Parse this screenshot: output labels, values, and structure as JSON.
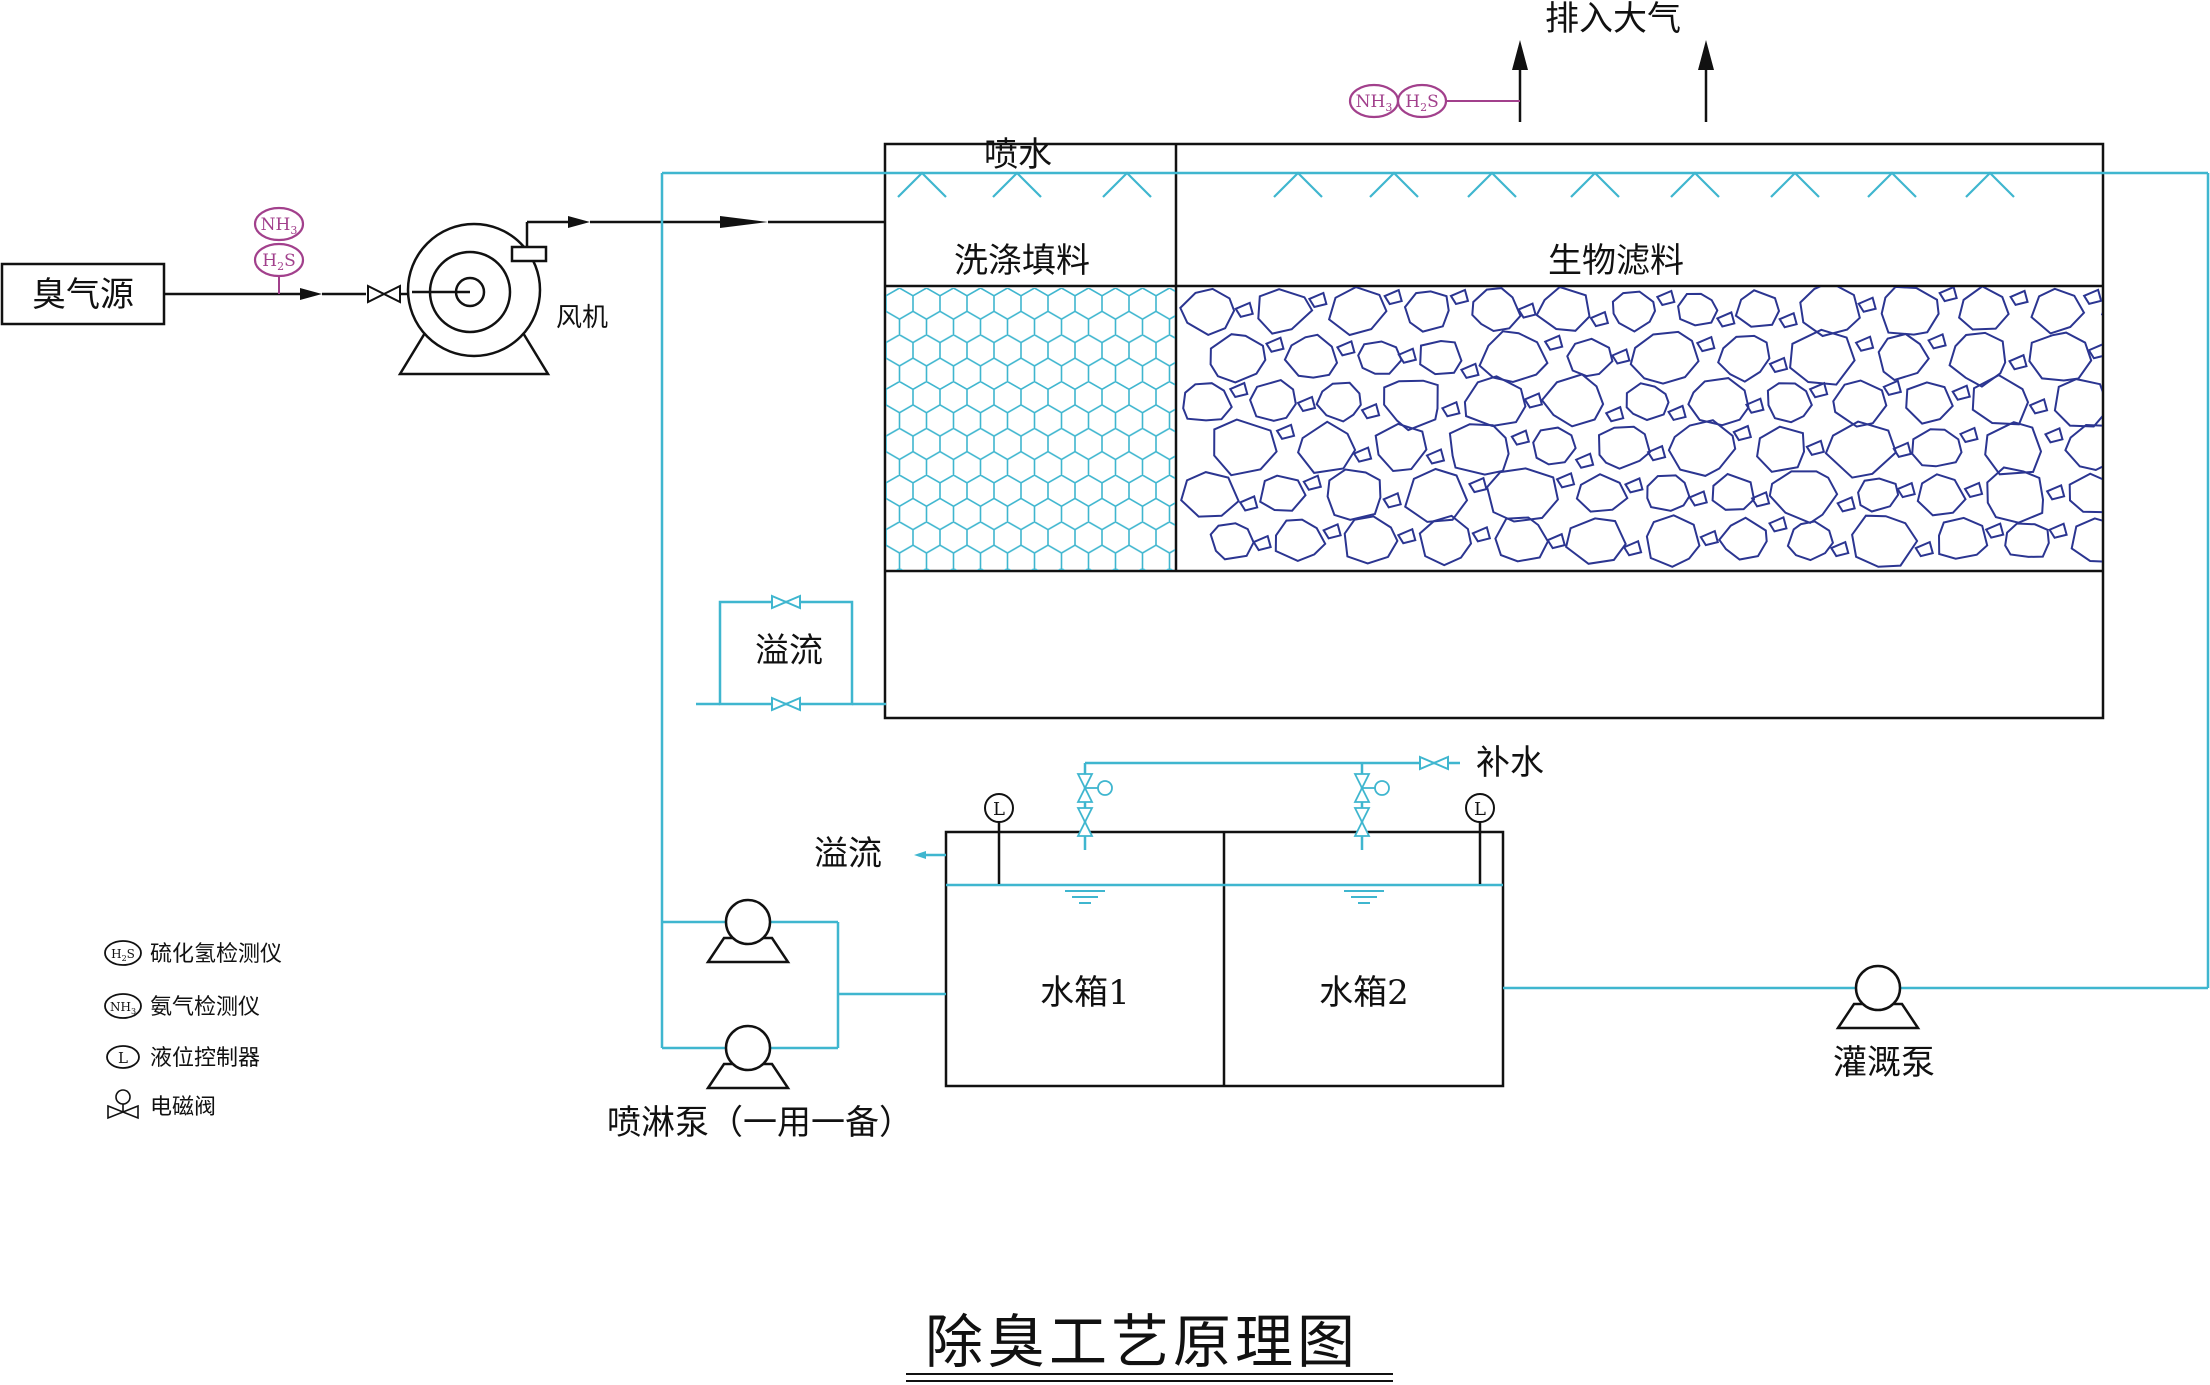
{
  "labels": {
    "odor_source": "臭气源",
    "fan": "风机",
    "exhaust": "排入大气",
    "spray_water": "喷水",
    "wash_packing": "洗涤填料",
    "bio_filter": "生物滤料",
    "overflow_box": "溢流",
    "makeup_water": "补水",
    "overflow_tank": "溢流",
    "tank1": "水箱1",
    "tank2": "水箱2",
    "spray_pump": "喷淋泵（一用一备）",
    "irrigation_pump": "灌溉泵",
    "title": "除臭工艺原理图"
  },
  "sensors": {
    "nh3": "NH3",
    "h2s": "H2S",
    "level": "L"
  },
  "legend": [
    {
      "symbol": "H2S",
      "text": "硫化氢检测仪",
      "icon": "h2s-sensor-icon"
    },
    {
      "symbol": "NH3",
      "text": "氨气检测仪",
      "icon": "nh3-sensor-icon"
    },
    {
      "symbol": "L",
      "text": "液位控制器",
      "icon": "level-controller-icon"
    },
    {
      "symbol": "",
      "text": "电磁阀",
      "icon": "solenoid-valve-icon"
    }
  ],
  "colors": {
    "pipe_water": "#3fb6cf",
    "pipe_air": "#111111",
    "sensor": "#a2408c",
    "bio_media": "#2b3591",
    "wash_media": "#3fb6cf"
  }
}
